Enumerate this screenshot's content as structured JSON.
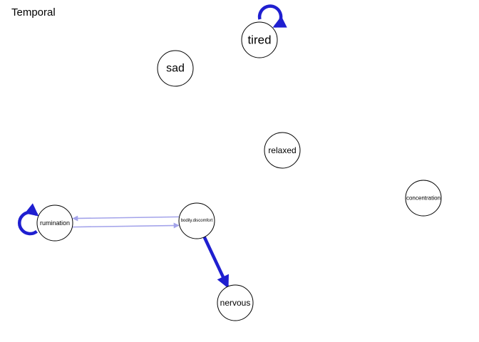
{
  "title": "Temporal",
  "colors": {
    "strong_edge": "#1f1fd0",
    "weak_edge": "#a3a3ea",
    "node_border": "#000000",
    "node_fill": "#ffffff",
    "text": "#000000"
  },
  "nodes": [
    {
      "id": "tired",
      "label": "tired"
    },
    {
      "id": "sad",
      "label": "sad"
    },
    {
      "id": "relaxed",
      "label": "relaxed"
    },
    {
      "id": "concentration",
      "label": "concentration"
    },
    {
      "id": "rumination",
      "label": "rumination"
    },
    {
      "id": "bodily_discomfort",
      "label": "bodily.discomfort"
    },
    {
      "id": "nervous",
      "label": "nervous"
    }
  ],
  "edges": [
    {
      "from": "tired",
      "to": "tired",
      "strength": "strong",
      "self_loop": true
    },
    {
      "from": "rumination",
      "to": "rumination",
      "strength": "strong",
      "self_loop": true
    },
    {
      "from": "bodily_discomfort",
      "to": "rumination",
      "strength": "weak"
    },
    {
      "from": "rumination",
      "to": "bodily_discomfort",
      "strength": "weak"
    },
    {
      "from": "bodily_discomfort",
      "to": "nervous",
      "strength": "strong"
    }
  ]
}
